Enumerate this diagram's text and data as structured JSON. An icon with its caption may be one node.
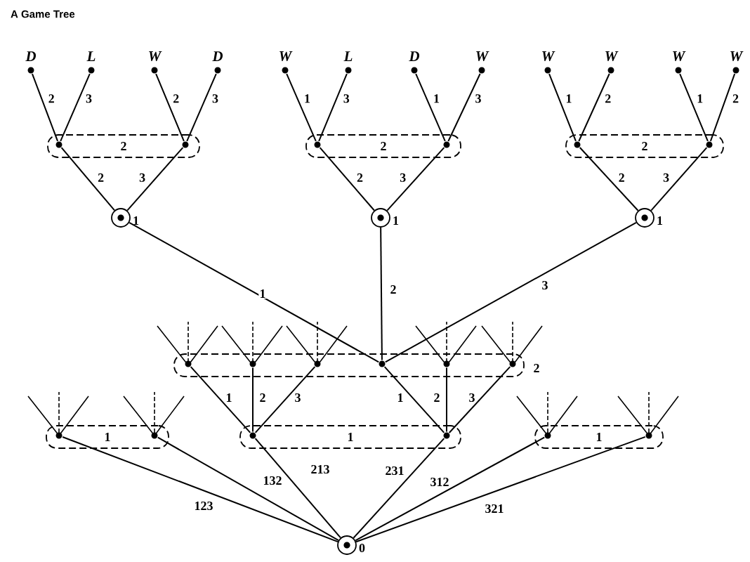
{
  "diagram": {
    "title": "A Game Tree",
    "nodes": [
      {
        "text": [
          "D"
        ]
      },
      {
        "text": [
          "L"
        ]
      },
      {
        "text": [
          "W"
        ]
      },
      {
        "text": [
          "D"
        ]
      },
      {
        "text": [
          "W"
        ]
      },
      {
        "text": [
          "L"
        ]
      },
      {
        "text": [
          "D"
        ]
      },
      {
        "text": [
          "W"
        ]
      },
      {
        "text": [
          "W"
        ]
      },
      {
        "text": [
          "W"
        ]
      },
      {
        "text": [
          "W"
        ]
      },
      {
        "text": [
          "W"
        ]
      },
      {
        "text": [
          "2"
        ]
      },
      {
        "text": [],
        "shape": "circle",
        "in": 12
      },
      {
        "text": [],
        "shape": "circle",
        "in": 12
      },
      {
        "text": [
          "2"
        ]
      },
      {
        "text": [],
        "shape": "circle",
        "in": 15
      },
      {
        "text": [],
        "shape": "circle",
        "in": 15
      },
      {
        "text": [
          "2"
        ]
      },
      {
        "text": [],
        "shape": "circle",
        "in": 18
      },
      {
        "text": [],
        "shape": "circle",
        "in": 18
      },
      {
        "text": [],
        "shape": "circle",
        "beside": [
          "1"
        ]
      },
      {
        "text": [],
        "shape": "circle",
        "beside": [
          "1"
        ]
      },
      {
        "text": [],
        "shape": "circle",
        "beside": [
          "1"
        ]
      },
      {
        "text": [
          "2"
        ]
      },
      {
        "text": [],
        "shape": "circle",
        "in": 24
      },
      {
        "text": [],
        "shape": "circle",
        "in": 24
      },
      {
        "text": [],
        "shape": "circle",
        "in": 24
      },
      {
        "text": [],
        "shape": "circle",
        "in": 24
      },
      {
        "text": [],
        "shape": "circle",
        "in": 24
      },
      {
        "text": [],
        "shape": "circle",
        "in": 24
      },
      {
        "text": [
          "1"
        ]
      },
      {
        "text": [],
        "shape": "circle",
        "in": 31
      },
      {
        "text": [],
        "shape": "circle",
        "in": 31
      },
      {
        "text": [
          "1"
        ]
      },
      {
        "text": [],
        "shape": "circle",
        "in": 34
      },
      {
        "text": [],
        "shape": "circle",
        "in": 34
      },
      {
        "text": [
          "1"
        ]
      },
      {
        "text": [],
        "shape": "circle",
        "in": 37
      },
      {
        "text": [],
        "shape": "circle",
        "in": 37
      },
      {
        "text": [],
        "shape": "circle",
        "beside": [
          "0"
        ]
      }
    ],
    "edges": [
      {
        "from": 13,
        "to": 0,
        "arrow": "none",
        "label": "2"
      },
      {
        "from": 13,
        "to": 1,
        "arrow": "none",
        "label": "3"
      },
      {
        "from": 14,
        "to": 2,
        "arrow": "none",
        "label": "2"
      },
      {
        "from": 14,
        "to": 3,
        "arrow": "none",
        "label": "3"
      },
      {
        "from": 16,
        "to": 4,
        "arrow": "none",
        "label": "1"
      },
      {
        "from": 16,
        "to": 5,
        "arrow": "none",
        "label": "3"
      },
      {
        "from": 17,
        "to": 6,
        "arrow": "none",
        "label": "1"
      },
      {
        "from": 17,
        "to": 7,
        "arrow": "none",
        "label": "3"
      },
      {
        "from": 19,
        "to": 8,
        "arrow": "none",
        "label": "1"
      },
      {
        "from": 19,
        "to": 9,
        "arrow": "none",
        "label": "2"
      },
      {
        "from": 20,
        "to": 10,
        "arrow": "none",
        "label": "1"
      },
      {
        "from": 20,
        "to": 11,
        "arrow": "none",
        "label": "2"
      },
      {
        "from": 21,
        "to": 13,
        "arrow": "none",
        "label": "2"
      },
      {
        "from": 21,
        "to": 14,
        "arrow": "none",
        "label": "3"
      },
      {
        "from": 22,
        "to": 16,
        "arrow": "none",
        "label": "2"
      },
      {
        "from": 22,
        "to": 17,
        "arrow": "none",
        "label": "3"
      },
      {
        "from": 23,
        "to": 19,
        "arrow": "none",
        "label": "2"
      },
      {
        "from": 23,
        "to": 20,
        "arrow": "none",
        "label": "3"
      },
      {
        "from": 28,
        "to": 21,
        "arrow": "none",
        "label": "1"
      },
      {
        "from": 28,
        "to": 22,
        "arrow": "none",
        "label": "2"
      },
      {
        "from": 28,
        "to": 23,
        "arrow": "none",
        "label": "3"
      },
      {
        "from": 35,
        "to": 25,
        "arrow": "none",
        "label": "1"
      },
      {
        "from": 35,
        "to": 26,
        "arrow": "none",
        "label": "2"
      },
      {
        "from": 35,
        "to": 27,
        "arrow": "none",
        "label": "3"
      },
      {
        "from": 36,
        "to": 28,
        "arrow": "none",
        "label": "1"
      },
      {
        "from": 36,
        "to": 29,
        "arrow": "none",
        "label": "2"
      },
      {
        "from": 36,
        "to": 30,
        "arrow": "none",
        "label": "3"
      },
      {
        "from": 40,
        "to": 32,
        "arrow": "none",
        "label": "123"
      },
      {
        "from": 40,
        "to": 33,
        "arrow": "none",
        "label": "132"
      },
      {
        "from": 40,
        "to": 35,
        "arrow": "none",
        "label": "213"
      },
      {
        "from": 40,
        "to": 36,
        "arrow": "none",
        "label": "231"
      },
      {
        "from": 40,
        "to": 38,
        "arrow": "none",
        "label": "312"
      },
      {
        "from": 40,
        "to": 39,
        "arrow": "none",
        "label": "321"
      }
    ]
  }
}
